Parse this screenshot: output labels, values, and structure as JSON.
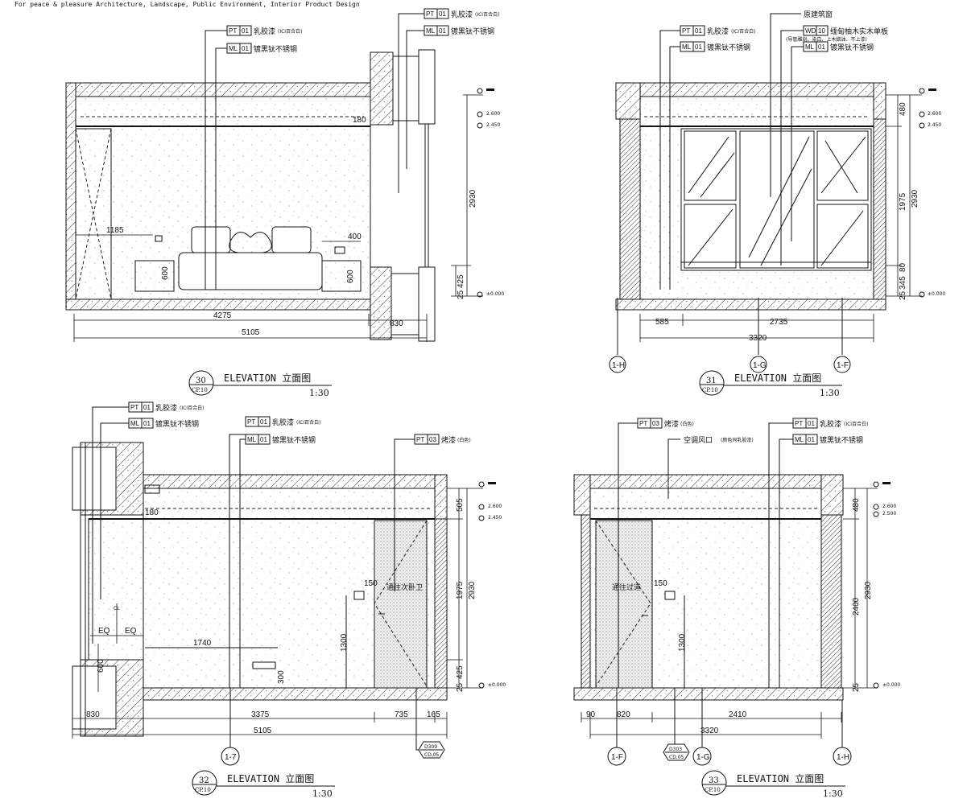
{
  "header": "For peace & pleasure Architecture, Landscape, Public Environment, Interior Product Design",
  "materials": {
    "pt01": {
      "code": "PT",
      "num": "01",
      "name": "乳胶漆",
      "note": "(ICI百合白)"
    },
    "ml01": {
      "code": "ML",
      "num": "01",
      "name": "镀黑钛不锈钢"
    },
    "pt03": {
      "code": "PT",
      "num": "03",
      "name": "烤漆",
      "note": "(白色)"
    },
    "wd10": {
      "code": "WD",
      "num": "10",
      "name": "缅甸柚木实木单板",
      "note": "(导管雕刻、染白、上木蜡油、不上漆)"
    },
    "window": "原建筑窗",
    "vent": "空调风口",
    "vent_note": "(颜色同乳胶漆)"
  },
  "levels": {
    "l1": "2.600",
    "l2": "2.450",
    "l2b": "2.500",
    "l0": "±0.000"
  },
  "elevations": [
    {
      "number": "30",
      "sheet": "CP.10",
      "title": "ELEVATION 立面图",
      "scale": "1:30",
      "dims": {
        "d1185": "1185",
        "d400": "400",
        "d600": "600",
        "d600b": "600",
        "d180": "180",
        "d4275": "4275",
        "d830": "830",
        "d5105": "5105",
        "d2930": "2930",
        "d425": "425",
        "d25": "25"
      }
    },
    {
      "number": "31",
      "sheet": "CP.10",
      "title": "ELEVATION 立面图",
      "scale": "1:30",
      "dims": {
        "d585": "585",
        "d2735": "2735",
        "d3320": "3320",
        "d480": "480",
        "d1975": "1975",
        "d2930": "2930",
        "d345": "345",
        "d80": "80",
        "d25": "25"
      },
      "grids": [
        "1-H",
        "1-G",
        "1-F"
      ]
    },
    {
      "number": "32",
      "sheet": "CP.10",
      "title": "ELEVATION 立面图",
      "scale": "1:30",
      "door_label": "通往次卧卫",
      "dims": {
        "d505": "505",
        "d1975": "1975",
        "d2930": "2930",
        "d425": "425",
        "d25": "25",
        "d180": "180",
        "d1740": "1740",
        "eq": "EQ",
        "cl": "CL",
        "d600": "600",
        "d300": "300",
        "d1300": "1300",
        "d150": "150",
        "d830": "830",
        "d3375": "3375",
        "d735": "735",
        "d165": "165",
        "d5105": "5105"
      },
      "grids": [
        "1-7"
      ],
      "detail_ref": {
        "code": "D309",
        "sheet": "CD.05"
      }
    },
    {
      "number": "33",
      "sheet": "CP.10",
      "title": "ELEVATION 立面图",
      "scale": "1:30",
      "door_label": "通往过道",
      "dims": {
        "d480": "480",
        "d2400": "2400",
        "d2930": "2930",
        "d25": "25",
        "d90": "90",
        "d820": "820",
        "d2410": "2410",
        "d3320": "3320",
        "d150": "150",
        "d1300": "1300"
      },
      "grids": [
        "1-F",
        "1-G",
        "1-H"
      ],
      "detail_ref": {
        "code": "D303",
        "sheet": "CD.05"
      }
    }
  ]
}
